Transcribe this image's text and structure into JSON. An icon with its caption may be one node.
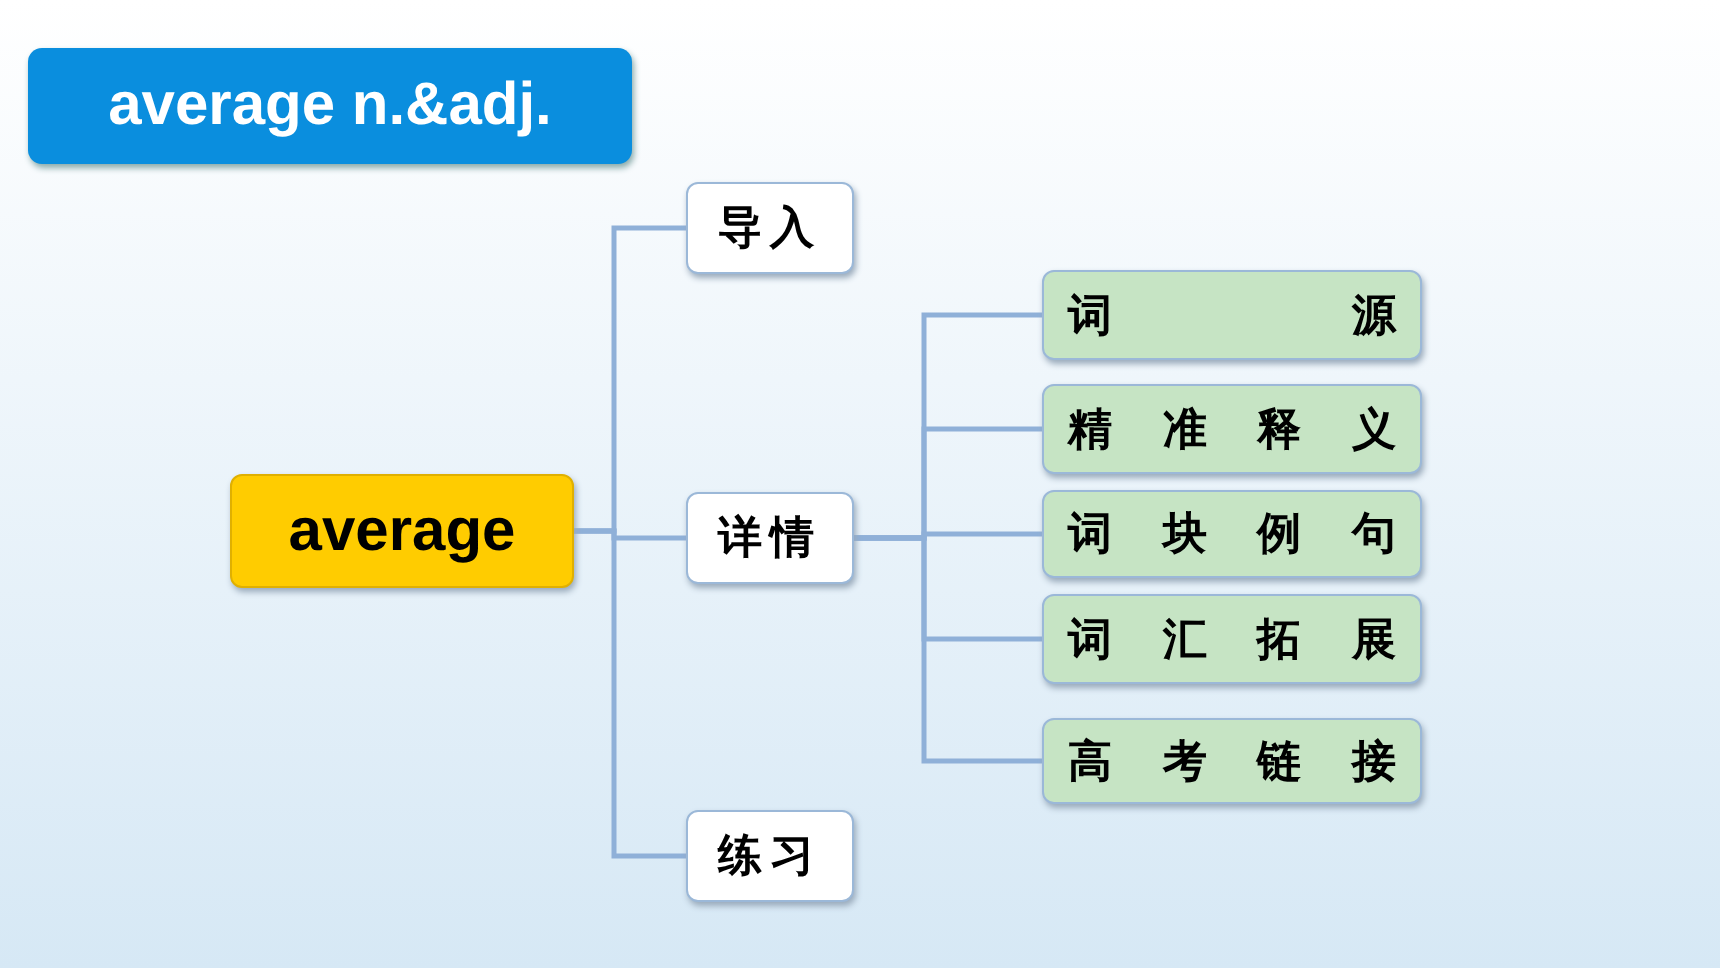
{
  "diagram": {
    "title": "average n.&adj.",
    "nodes": [
      {
        "text": [
          "average"
        ]
      },
      {
        "text": [
          "导入"
        ]
      },
      {
        "text": [
          "详情"
        ]
      },
      {
        "text": [
          "练习"
        ]
      },
      {
        "text": [
          "词 源"
        ]
      },
      {
        "text": [
          "精 准 释 义"
        ]
      },
      {
        "text": [
          "词 块 例 句"
        ]
      },
      {
        "text": [
          "词 汇 拓 展"
        ]
      },
      {
        "text": [
          "高 考 链 接"
        ]
      }
    ],
    "edges": [
      {
        "from": 0,
        "to": 1,
        "arrow": "none"
      },
      {
        "from": 0,
        "to": 2,
        "arrow": "none"
      },
      {
        "from": 0,
        "to": 3,
        "arrow": "none"
      },
      {
        "from": 2,
        "to": 4,
        "arrow": "none"
      },
      {
        "from": 2,
        "to": 5,
        "arrow": "none"
      },
      {
        "from": 2,
        "to": 6,
        "arrow": "none"
      },
      {
        "from": 2,
        "to": 7,
        "arrow": "none"
      },
      {
        "from": 2,
        "to": 8,
        "arrow": "none"
      }
    ]
  }
}
